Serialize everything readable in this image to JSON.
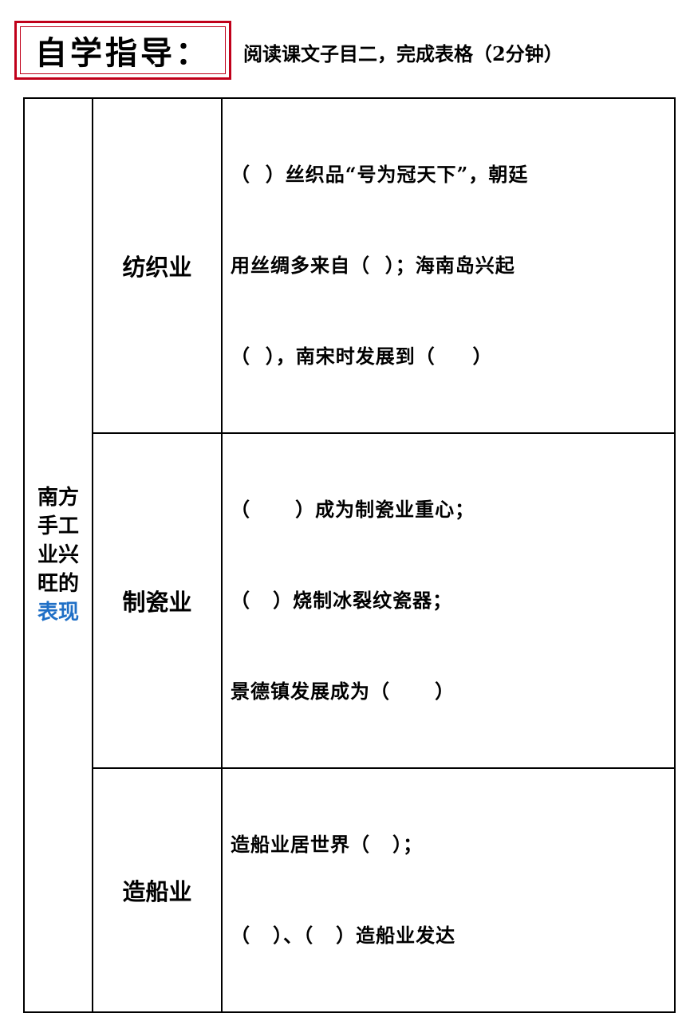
{
  "header": {
    "title": "自学指导：",
    "instruction": "阅读课文子目二，完成表格（2分钟）"
  },
  "colors": {
    "title_border": "#c0001a",
    "highlight_blue": "#1f6fc6"
  },
  "table": {
    "side_label_lines": [
      "南方",
      "手工",
      "业兴",
      "旺的"
    ],
    "side_label_highlight": "表现",
    "rows": [
      {
        "industry": "纺织业",
        "lines": [
          "（  ）丝织品“号为冠天下”，朝廷",
          "用丝绸多来自（  ）；海南岛兴起",
          "（  ），南宋时发展到（     ）"
        ]
      },
      {
        "industry": "制瓷业",
        "lines": [
          "（      ）成为制瓷业重心；",
          "（   ）烧制冰裂纹瓷器；",
          "景德镇发展成为（      ）"
        ]
      },
      {
        "industry": "造船业",
        "lines": [
          "造船业居世界（   ）；",
          "（   ）、（   ）造船业发达"
        ]
      }
    ]
  }
}
